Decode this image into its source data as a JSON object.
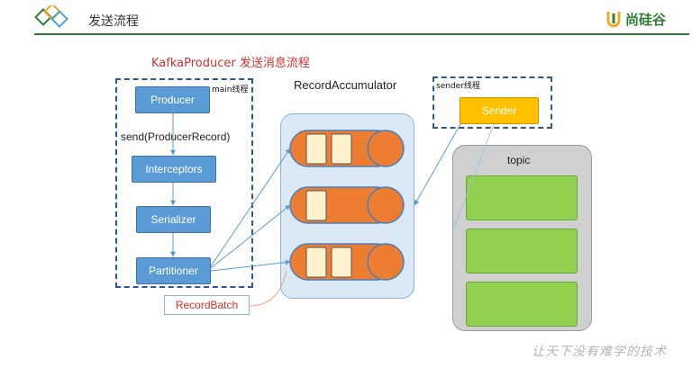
{
  "header": {
    "title": "发送流程",
    "brand": "尚硅谷",
    "brand_color": "#2e7d32"
  },
  "diagram": {
    "title": "KafkaProducer 发送消息流程",
    "main_thread_label": "main线程",
    "producer": "Producer",
    "send_call": "send(ProducerRecord)",
    "interceptors": "Interceptors",
    "serializer": "Serializer",
    "partitioner": "Partitioner",
    "record_batch": "RecordBatch",
    "accumulator_label": "RecordAccumulator",
    "sender_thread_label": "sender线程",
    "sender": "Sender",
    "topic_label": "topic",
    "queues": [
      {
        "records": 2
      },
      {
        "records": 1
      },
      {
        "records": 2
      }
    ],
    "topic_partitions": 3
  },
  "footer": {
    "slogan": "让天下没有难学的技术"
  },
  "colors": {
    "process_blue": "#5b9bd5",
    "sender_yellow": "#ffc000",
    "queue_orange": "#ed7d31",
    "record_cream": "#fff2cc",
    "partition_green": "#92d050",
    "accumulator_bg": "#dbe9f6",
    "topic_bg": "#d0d0d0",
    "title_red": "#d32f2f"
  }
}
